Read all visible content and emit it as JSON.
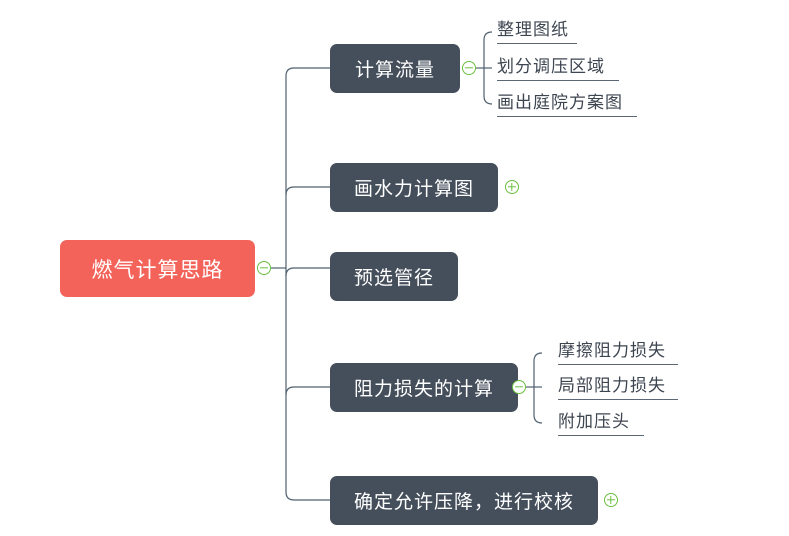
{
  "map": {
    "root": {
      "label": "燃气计算思路",
      "color": "#f4635a",
      "toggle": "minus",
      "toggle_icon_name": "collapse-icon"
    },
    "branch_color": "#454f5b",
    "toggle_color": "#6cbf3f",
    "connector_color": "#50606e",
    "branches": [
      {
        "label": "计算流量",
        "toggle": "minus",
        "toggle_icon_name": "collapse-icon",
        "children": [
          {
            "label": "整理图纸"
          },
          {
            "label": "划分调压区域"
          },
          {
            "label": "画出庭院方案图"
          }
        ]
      },
      {
        "label": "画水力计算图",
        "toggle": "plus",
        "toggle_icon_name": "expand-icon",
        "children": []
      },
      {
        "label": "预选管径",
        "toggle": "none",
        "toggle_icon_name": "",
        "children": []
      },
      {
        "label": "阻力损失的计算",
        "toggle": "minus",
        "toggle_icon_name": "collapse-icon",
        "children": [
          {
            "label": "摩擦阻力损失"
          },
          {
            "label": "局部阻力损失"
          },
          {
            "label": "附加压头"
          }
        ]
      },
      {
        "label": "确定允许压降，进行校核",
        "toggle": "plus",
        "toggle_icon_name": "expand-icon",
        "children": []
      }
    ]
  }
}
